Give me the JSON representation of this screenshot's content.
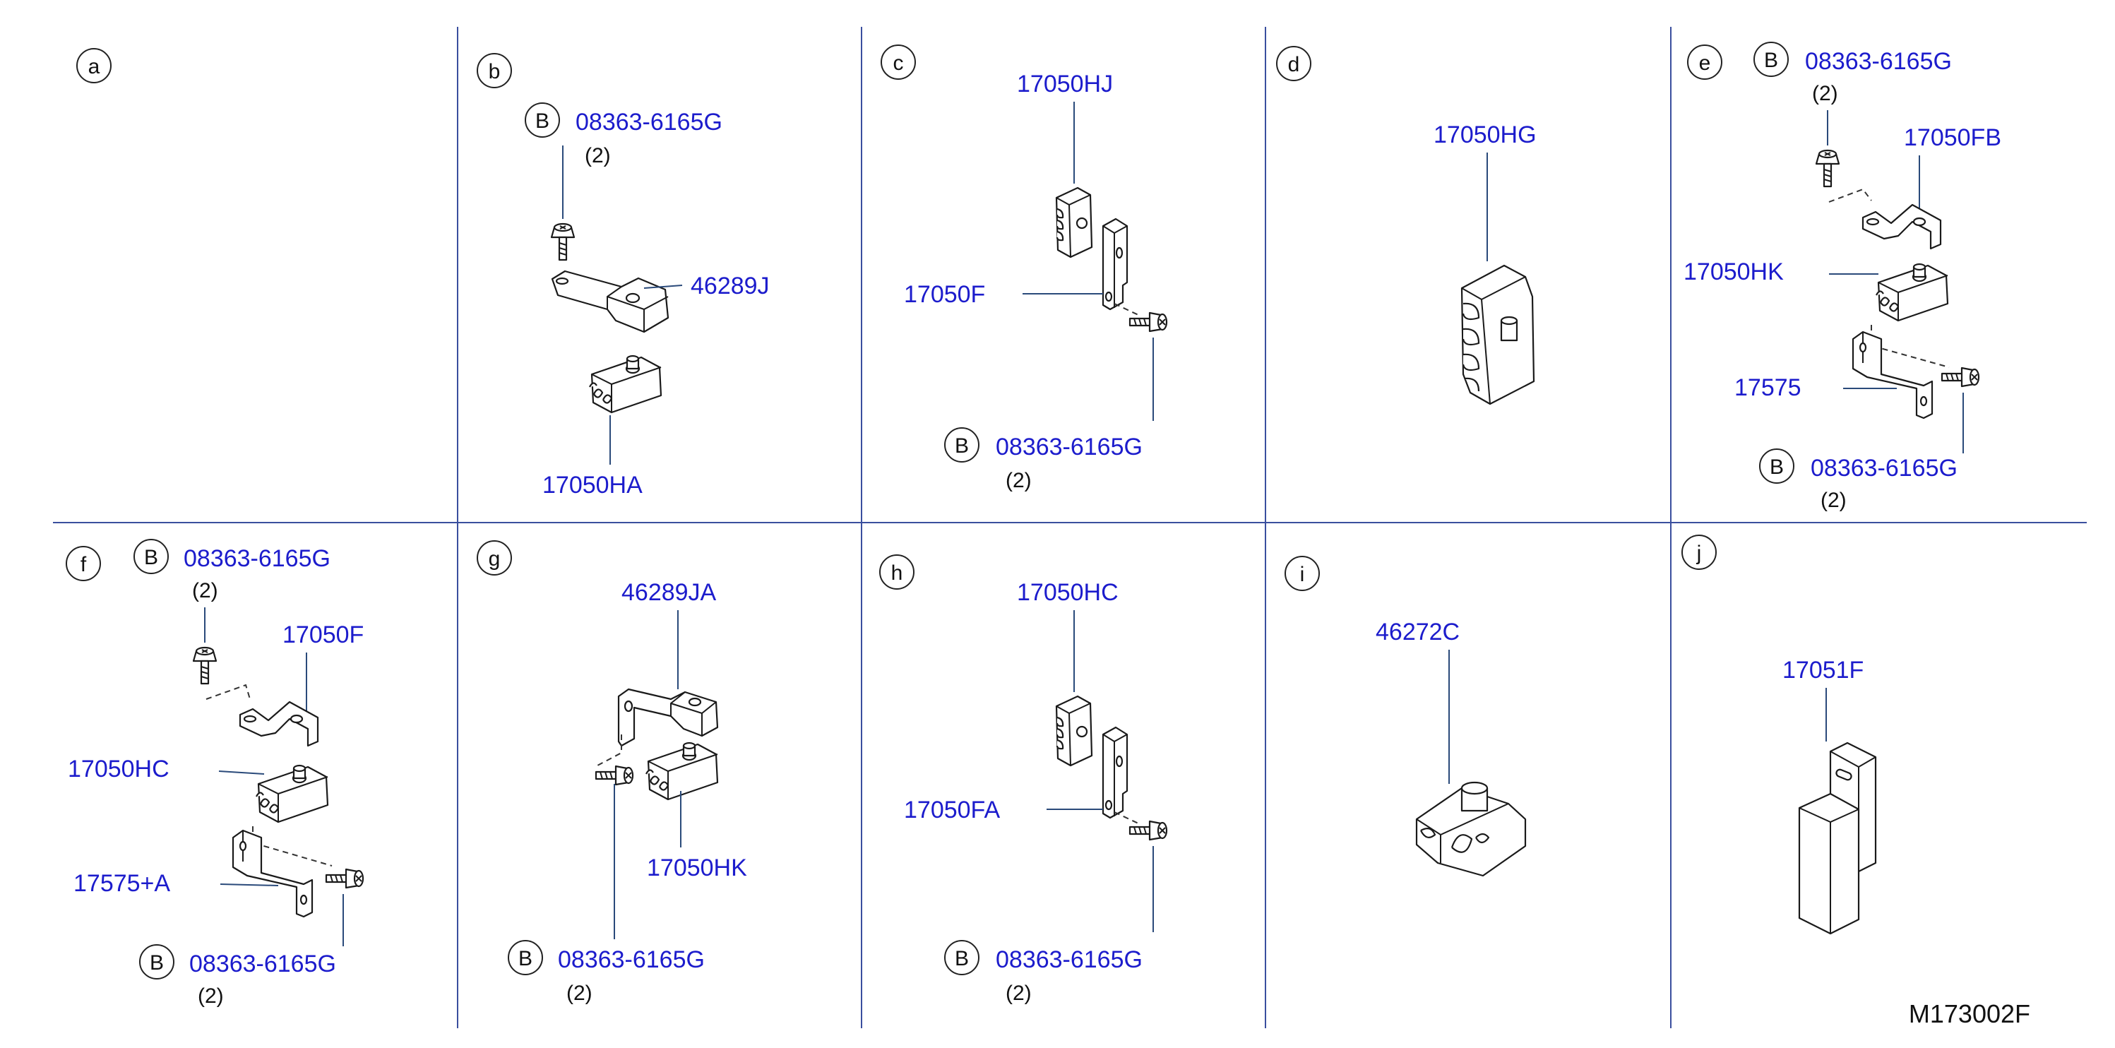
{
  "panels": {
    "a": {
      "letter": "a"
    },
    "b": {
      "letter": "b",
      "bolt_tag": "B",
      "bolt_pn": "08363-6165G",
      "bolt_qty": "(2)",
      "bracket_pn": "46289J",
      "clip_pn": "17050HA"
    },
    "c": {
      "letter": "c",
      "clip_pn": "17050HJ",
      "bracket_pn": "17050F",
      "bolt_tag": "B",
      "bolt_pn": "08363-6165G",
      "bolt_qty": "(2)"
    },
    "d": {
      "letter": "d",
      "clip_pn": "17050HG"
    },
    "e": {
      "letter": "e",
      "bolt_top_tag": "B",
      "bolt_top_pn": "08363-6165G",
      "bolt_top_qty": "(2)",
      "bracket_pn": "17050FB",
      "clip_pn": "17050HK",
      "lower_bracket_pn": "17575",
      "bolt_bottom_tag": "B",
      "bolt_bottom_pn": "08363-6165G",
      "bolt_bottom_qty": "(2)"
    },
    "f": {
      "letter": "f",
      "bolt_top_tag": "B",
      "bolt_top_pn": "08363-6165G",
      "bolt_top_qty": "(2)",
      "bracket_pn": "17050F",
      "clip_pn": "17050HC",
      "lower_bracket_pn": "17575+A",
      "bolt_bottom_tag": "B",
      "bolt_bottom_pn": "08363-6165G",
      "bolt_bottom_qty": "(2)"
    },
    "g": {
      "letter": "g",
      "bracket_pn": "46289JA",
      "clip_pn": "17050HK",
      "bolt_tag": "B",
      "bolt_pn": "08363-6165G",
      "bolt_qty": "(2)"
    },
    "h": {
      "letter": "h",
      "clip_pn": "17050HC",
      "bracket_pn": "17050FA",
      "bolt_tag": "B",
      "bolt_pn": "08363-6165G",
      "bolt_qty": "(2)"
    },
    "i": {
      "letter": "i",
      "clip_pn": "46272C"
    },
    "j": {
      "letter": "j",
      "bracket_pn": "17051F"
    }
  },
  "diagram_code": "M173002F",
  "colors": {
    "part_number": "#1c1ccc",
    "grid_lines": "#3a4f9e",
    "text": "#111111"
  }
}
